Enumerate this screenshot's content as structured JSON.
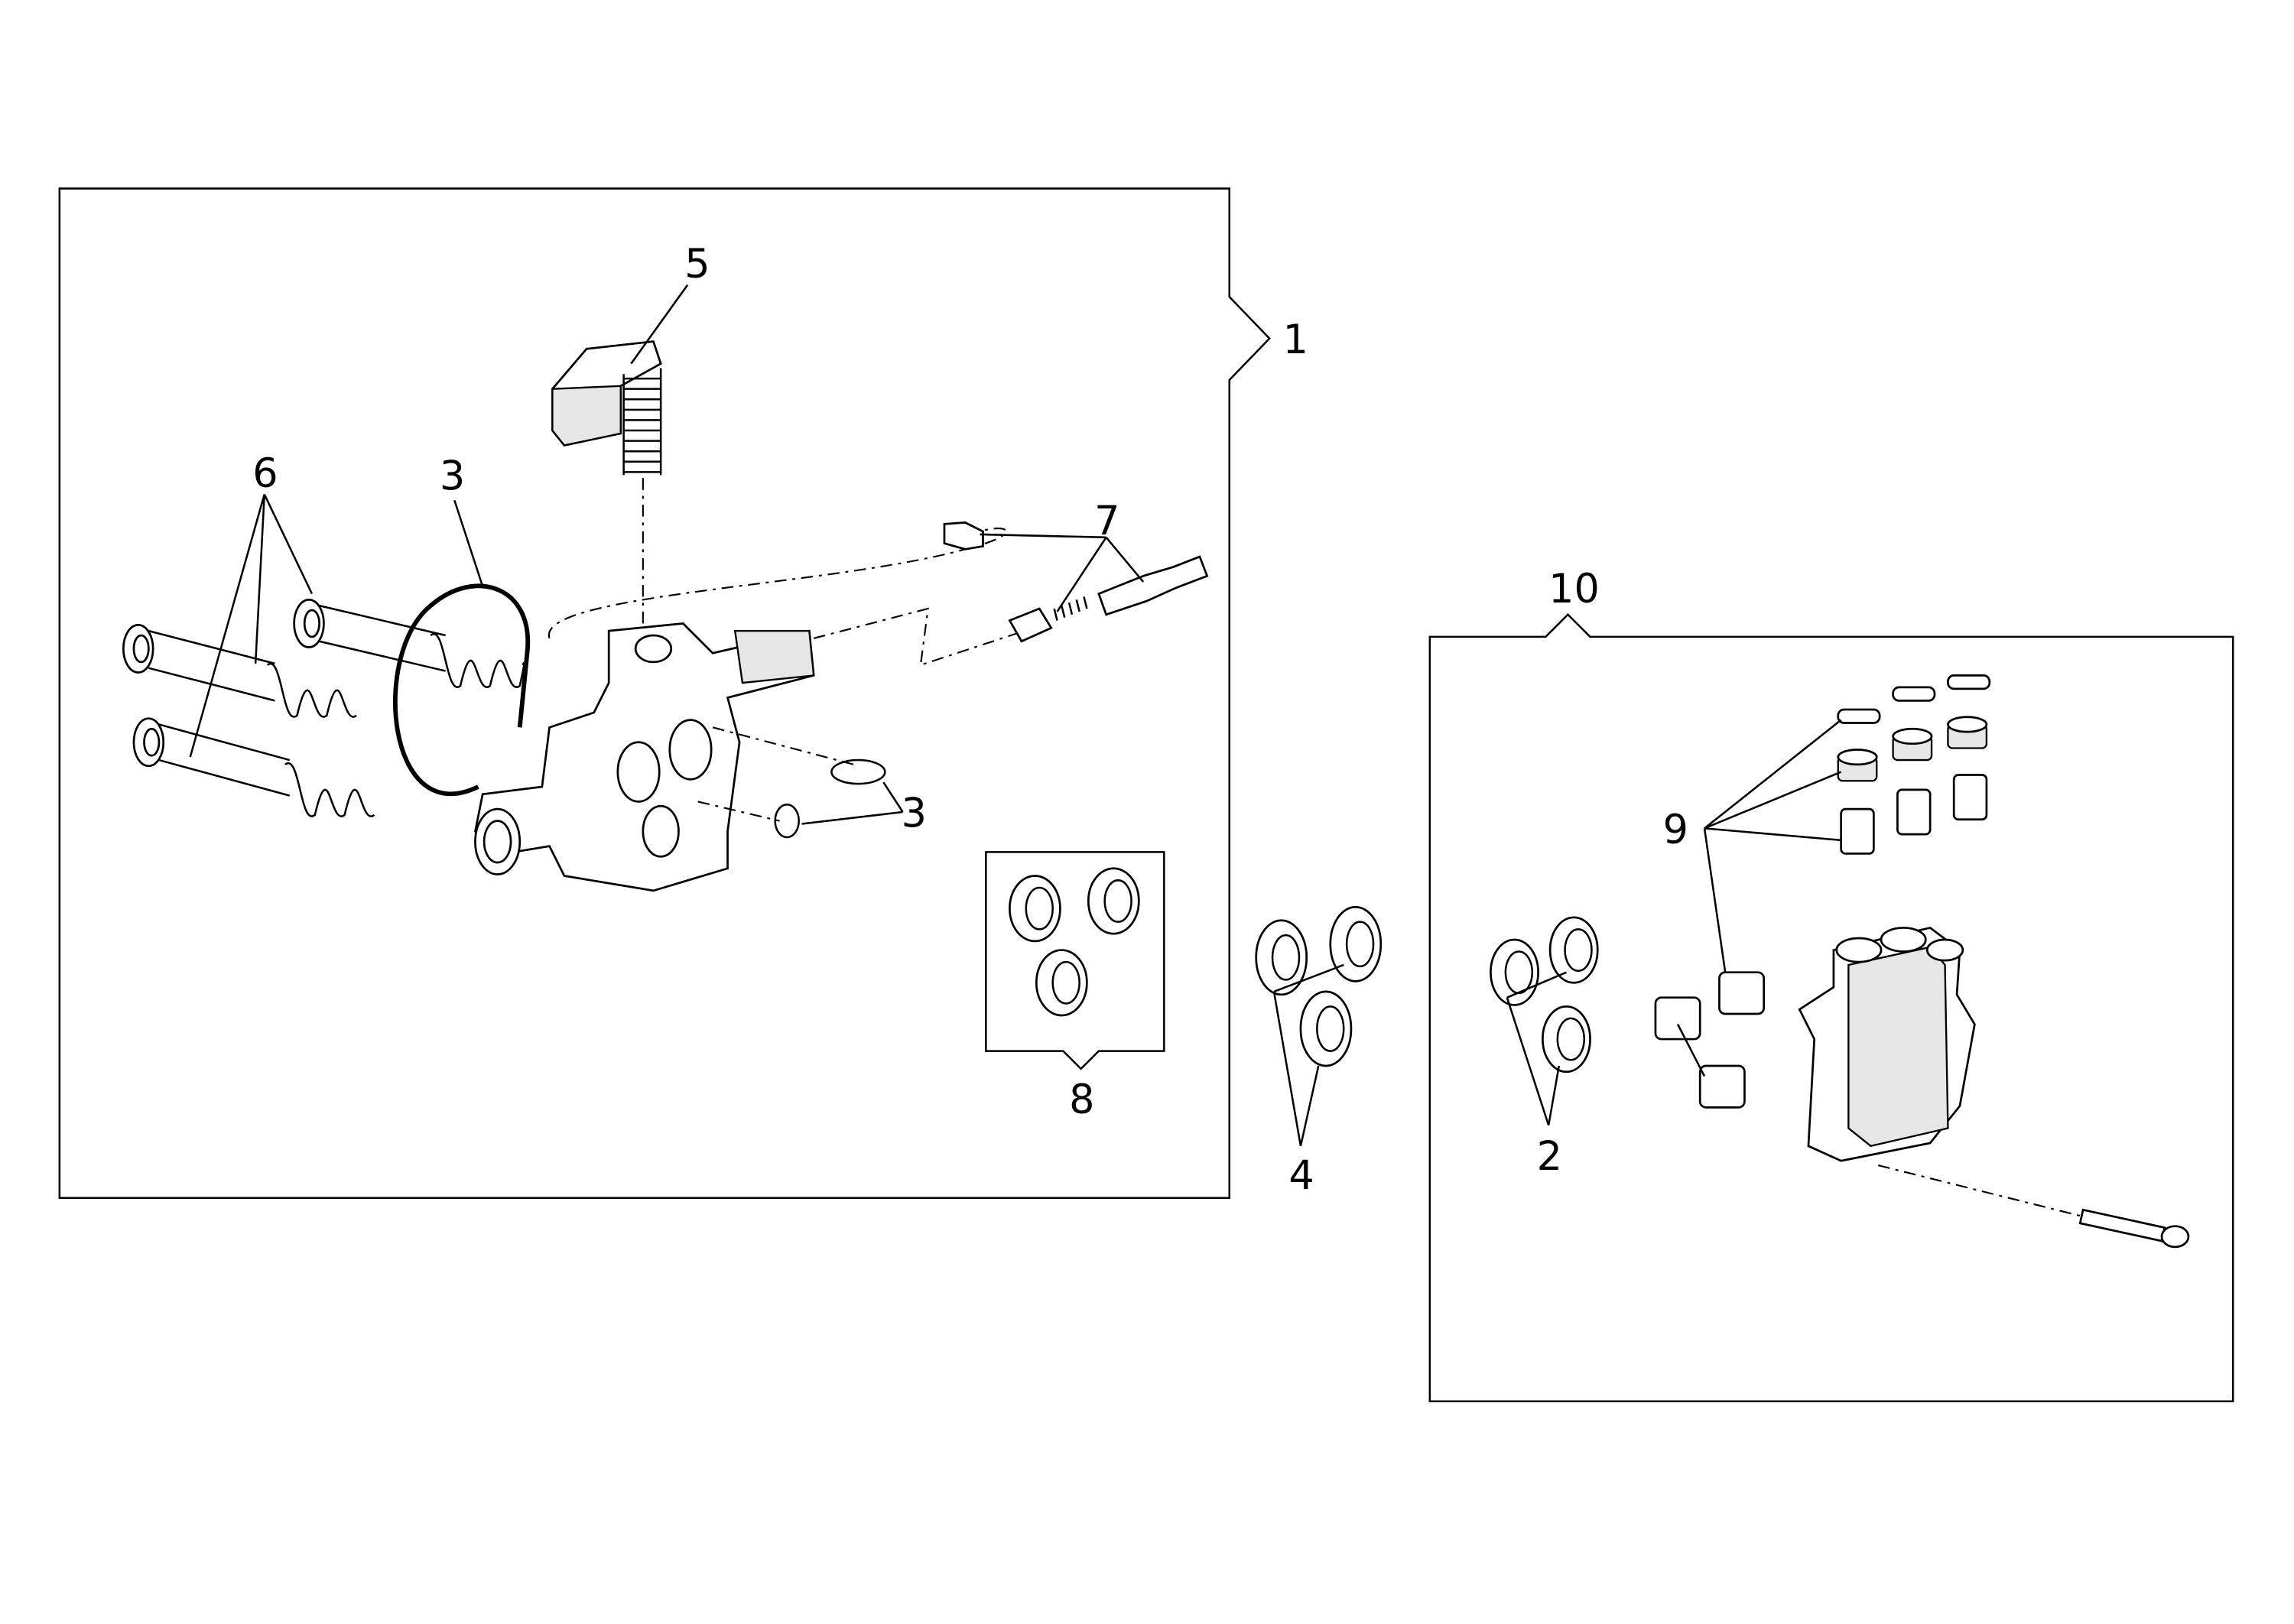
{
  "diagram": {
    "type": "exploded parts diagram",
    "callouts": {
      "c1": "1",
      "c2": "2",
      "c3_ring": "3",
      "c3_orings": "3",
      "c4": "4",
      "c5": "5",
      "c6": "6",
      "c7": "7",
      "c8": "8",
      "c9": "9",
      "c10": "10"
    }
  }
}
